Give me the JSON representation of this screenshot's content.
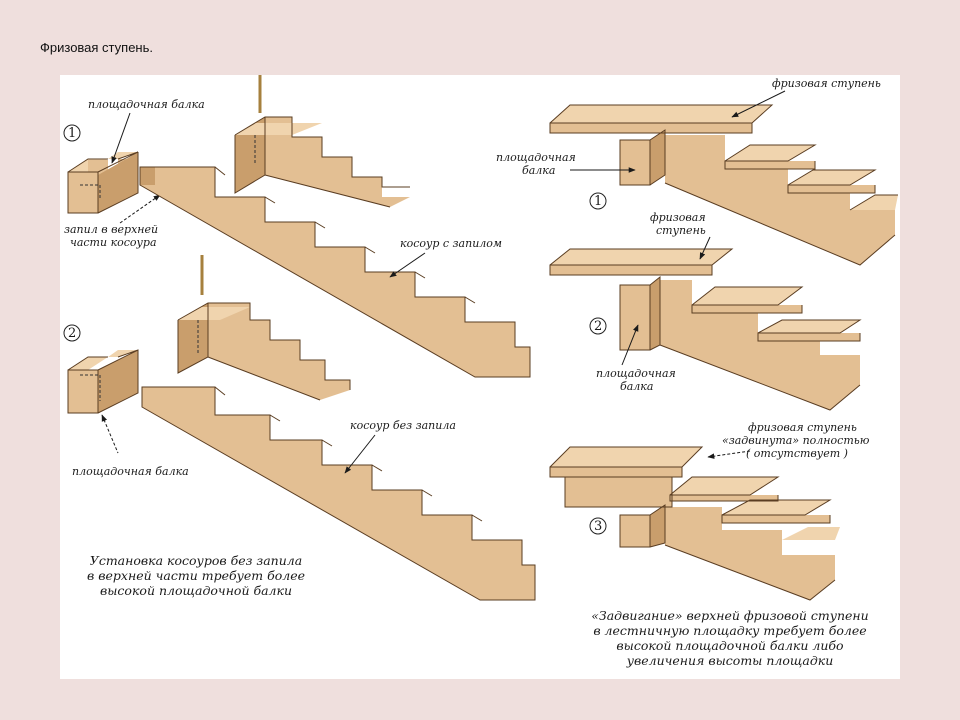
{
  "slide": {
    "title": "Фризовая ступень."
  },
  "diagram": {
    "left": {
      "num1": "1",
      "num2": "2",
      "label_landing_beam_1": "площадочная балка",
      "label_notch": [
        "запил в верхней",
        "части косоура"
      ],
      "label_stringer_notched": "косоур с запилом",
      "label_stringer_plain": "косоур без запила",
      "label_landing_beam_2": "площадочная балка",
      "caption": [
        "Установка косоуров без запила",
        "в верхней части требует более",
        "высокой площадочной балки"
      ]
    },
    "right": {
      "num1": "1",
      "num2": "2",
      "num3": "3",
      "label_frieze_1": "фризовая ступень",
      "label_beam_1": [
        "площадочная",
        "балка"
      ],
      "label_frieze_2": [
        "фризовая",
        "ступень"
      ],
      "label_beam_2": [
        "площадочная",
        "балка"
      ],
      "label_frieze_3": [
        "фризовая ступень",
        "«задвинута» полностью",
        "( отсутствует )"
      ],
      "caption": [
        "«Задвигание» верхней фризовой ступени",
        "в лестничную площадку требует более",
        "высокой площадочной балки либо",
        "увеличения высоты площадки"
      ]
    }
  }
}
